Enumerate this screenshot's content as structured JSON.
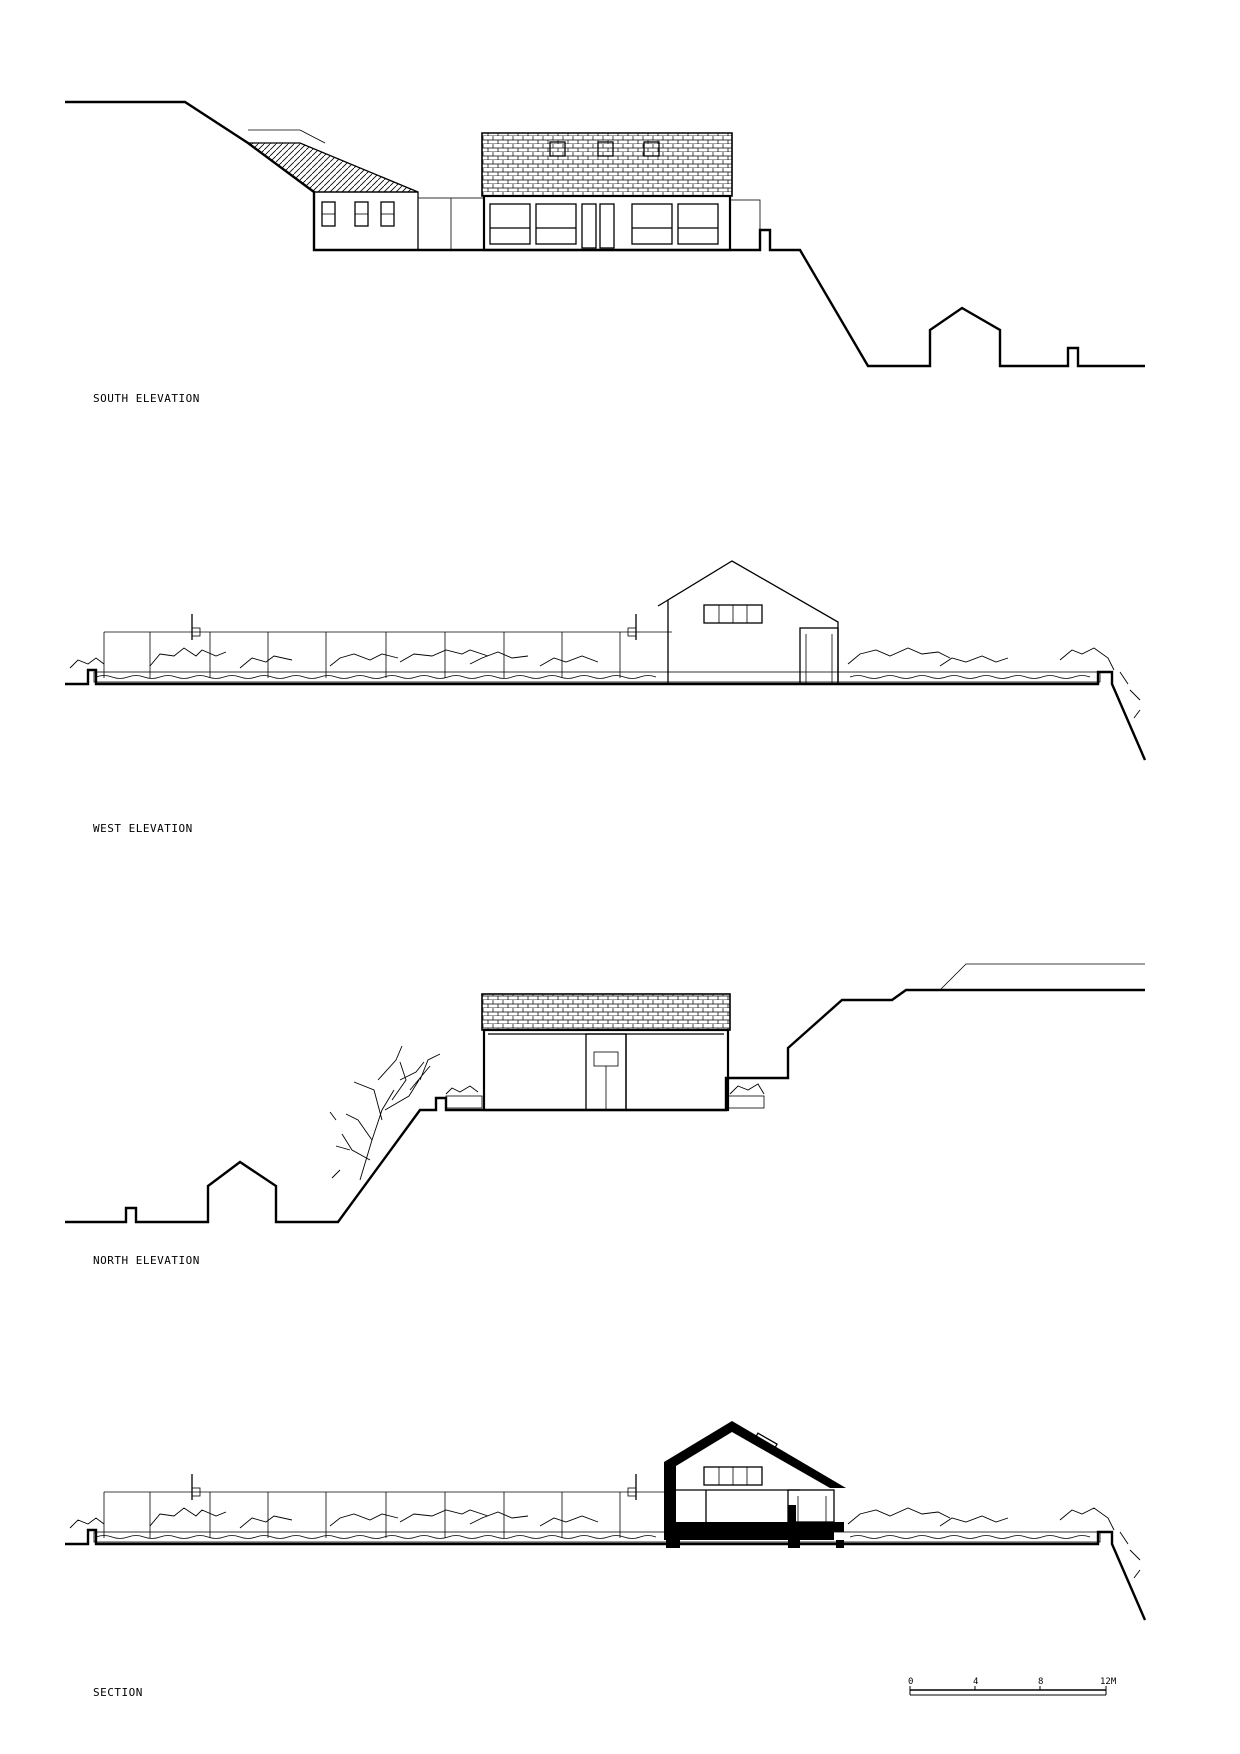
{
  "drawings": [
    {
      "id": "south",
      "label": "SOUTH ELEVATION"
    },
    {
      "id": "west",
      "label": "WEST ELEVATION"
    },
    {
      "id": "north",
      "label": "NORTH ELEVATION"
    },
    {
      "id": "section",
      "label": "SECTION"
    }
  ],
  "scale_bar": {
    "ticks": [
      "0",
      "4",
      "8",
      "12M"
    ]
  },
  "colors": {
    "ink": "#000000",
    "paper": "#ffffff"
  }
}
